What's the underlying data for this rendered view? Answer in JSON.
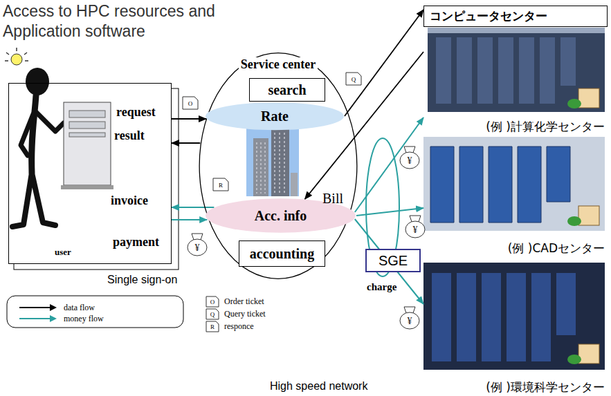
{
  "diagram": {
    "title": "Access to HPC resources and Application software",
    "nodes": [
      {
        "text": [
          "Service center"
        ]
      },
      {
        "text": [
          "search"
        ],
        "in": 0
      },
      {
        "text": [
          "Rate"
        ],
        "in": 0
      },
      {
        "text": [
          "Acc. info"
        ],
        "in": 0
      },
      {
        "text": [
          "accounting"
        ],
        "in": 0
      },
      {
        "text": [
          "user"
        ]
      },
      {
        "text": [
          "コンピュータセンター",
          "(例 )計算化学センター"
        ]
      },
      {
        "text": [
          "(例 )CADセンター"
        ]
      },
      {
        "text": [
          "(例 )環境科学センター"
        ]
      },
      {
        "text": [
          "SGE"
        ]
      }
    ],
    "edges": [
      {
        "from": 5,
        "to": 2,
        "arrow": "to",
        "label": "request"
      },
      {
        "from": 0,
        "to": 5,
        "arrow": "to",
        "label": "result"
      },
      {
        "from": 3,
        "to": 5,
        "arrow": "to",
        "label": "invoice"
      },
      {
        "from": 5,
        "to": 3,
        "arrow": "to",
        "label": "payment"
      },
      {
        "from": 2,
        "to": 6,
        "arrow": "to"
      },
      {
        "from": 6,
        "to": 3,
        "arrow": "to"
      },
      {
        "from": 3,
        "to": 6,
        "arrow": "to"
      },
      {
        "from": 3,
        "to": 7,
        "arrow": "to"
      },
      {
        "from": 3,
        "to": 8,
        "arrow": "to"
      }
    ],
    "labels": [
      "O",
      "Q",
      "R",
      "Bill",
      "charge",
      "¥",
      "¥",
      "¥",
      "¥",
      "Single sign-on",
      "High speed network",
      "O",
      "Q",
      "R"
    ],
    "legend": [
      {
        "text": "data flow"
      },
      {
        "text": "money flow"
      },
      {
        "text": "Order ticket"
      },
      {
        "text": "Query ticket"
      },
      {
        "text": "responce"
      }
    ]
  }
}
